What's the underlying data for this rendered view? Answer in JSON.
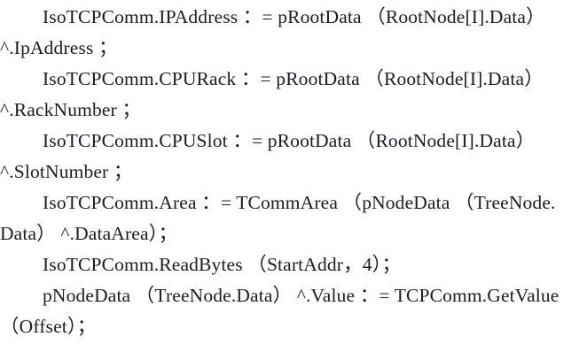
{
  "document": {
    "kind": "scanned-code-excerpt",
    "background_color": "#ffffff",
    "text_color": "#1c1c24",
    "lines": [
      {
        "indent": true,
        "text": "IsoTCPComm.IPAddress ：= pRootData （RootNode[I].Data）"
      },
      {
        "indent": false,
        "text": "^.IpAddress ；"
      },
      {
        "indent": true,
        "text": "IsoTCPComm.CPURack ：= pRootData （RootNode[I].Data）"
      },
      {
        "indent": false,
        "text": "^.RackNumber ；"
      },
      {
        "indent": true,
        "text": "IsoTCPComm.CPUSlot ：= pRootData （RootNode[I].Data）"
      },
      {
        "indent": false,
        "text": "^.SlotNumber ；"
      },
      {
        "indent": true,
        "text": "IsoTCPComm.Area ：= TCommArea （pNodeData （TreeNode."
      },
      {
        "indent": false,
        "text": "Data） ^.DataArea）；"
      },
      {
        "indent": true,
        "text": "IsoTCPComm.ReadBytes （StartAddr，4）；"
      },
      {
        "indent": true,
        "text": "pNodeData （TreeNode.Data） ^.Value ：= TCPComm.GetValue"
      },
      {
        "indent": false,
        "text": "（Offset）；"
      }
    ]
  }
}
